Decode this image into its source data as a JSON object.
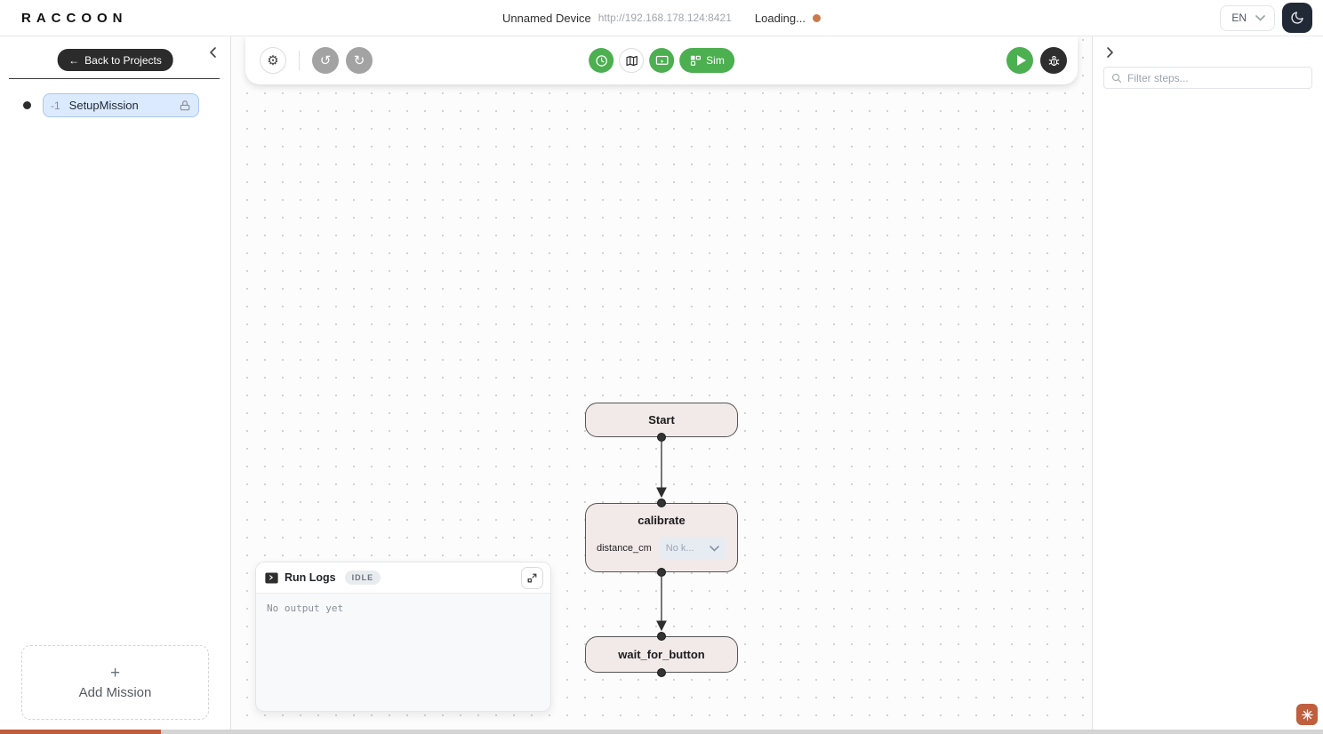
{
  "header": {
    "logo": "RACCOON",
    "device_name": "Unnamed Device",
    "device_url": "http://192.168.178.124:8421",
    "status_text": "Loading...",
    "language": "EN"
  },
  "sidebar": {
    "back_label": "Back to Projects",
    "missions": [
      {
        "index": "-1",
        "name": "SetupMission"
      }
    ],
    "add_label": "Add Mission"
  },
  "toolbar": {
    "sim_label": "Sim"
  },
  "canvas": {
    "nodes": [
      {
        "id": "start",
        "title": "Start"
      },
      {
        "id": "calibrate",
        "title": "calibrate",
        "param_label": "distance_cm",
        "param_value": "No k..."
      },
      {
        "id": "wait_for_button",
        "title": "wait_for_button"
      }
    ]
  },
  "run_logs": {
    "title": "Run Logs",
    "status": "IDLE",
    "empty_text": "No output yet"
  },
  "right_panel": {
    "filter_placeholder": "Filter steps..."
  },
  "icons": {
    "gear": "⚙",
    "undo": "↺",
    "redo": "↻",
    "back_arrow": "←",
    "plus": "+"
  },
  "colors": {
    "accent_green": "#4caf50",
    "node_bg": "#f2e9e9",
    "node_border": "#555555",
    "mission_bg": "#dbeafe",
    "mission_border": "#a9c9ee",
    "status_dot": "#c87a4a",
    "brand_badge": "#bf5f3e",
    "dark_button": "#2b2b2b"
  }
}
